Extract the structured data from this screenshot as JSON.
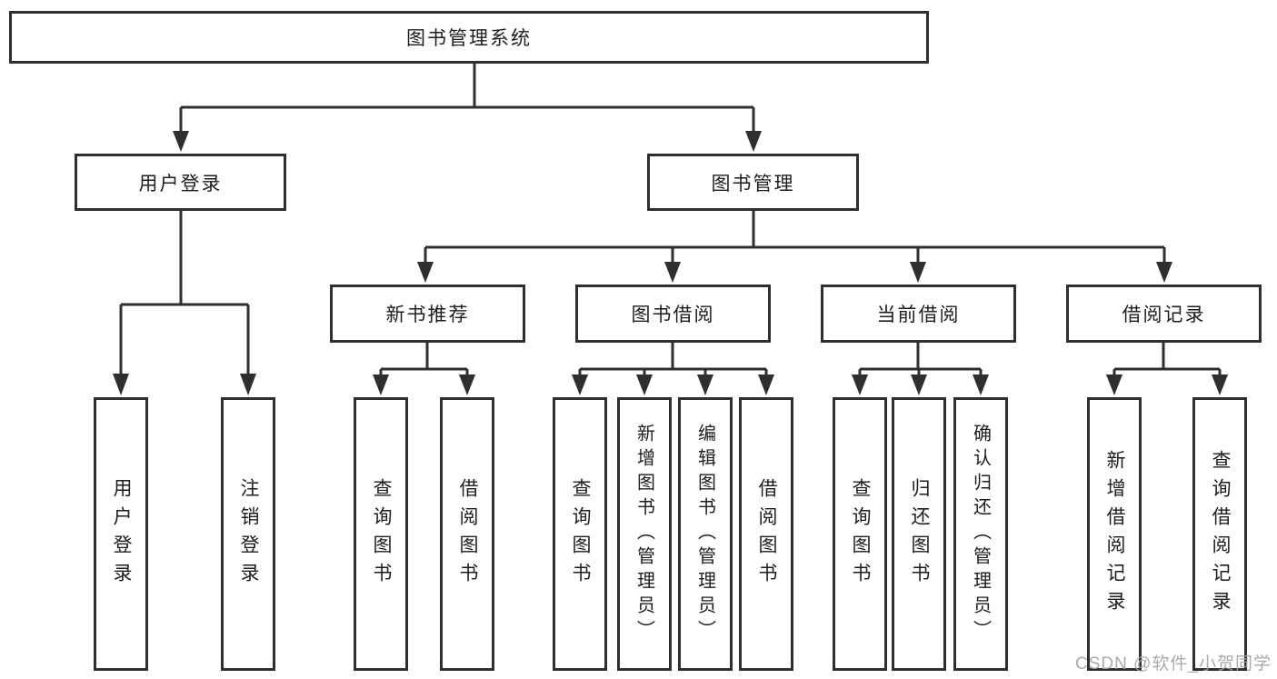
{
  "tree": {
    "root": {
      "label": "图书管理系统",
      "children": [
        {
          "label": "用户登录",
          "children": [
            {
              "label": "用户登录"
            },
            {
              "label": "注销登录"
            }
          ]
        },
        {
          "label": "图书管理",
          "children": [
            {
              "label": "新书推荐",
              "children": [
                {
                  "label": "查询图书"
                },
                {
                  "label": "借阅图书"
                }
              ]
            },
            {
              "label": "图书借阅",
              "children": [
                {
                  "label": "查询图书"
                },
                {
                  "label": "新增图书（管理员）"
                },
                {
                  "label": "编辑图书（管理员）"
                },
                {
                  "label": "借阅图书"
                }
              ]
            },
            {
              "label": "当前借阅",
              "children": [
                {
                  "label": "查询图书"
                },
                {
                  "label": "归还图书"
                },
                {
                  "label": "确认归还（管理员）"
                }
              ]
            },
            {
              "label": "借阅记录",
              "children": [
                {
                  "label": "新增借阅记录"
                },
                {
                  "label": "查询借阅记录"
                }
              ]
            }
          ]
        }
      ]
    }
  },
  "watermark": {
    "text": "CSDN @软件_小贺同学"
  },
  "colors": {
    "line": "#2f2f2f",
    "text": "#1d1d1d",
    "box_bg": "#ffffff",
    "watermark": "#a3a3a7",
    "background": "#ffffff"
  }
}
